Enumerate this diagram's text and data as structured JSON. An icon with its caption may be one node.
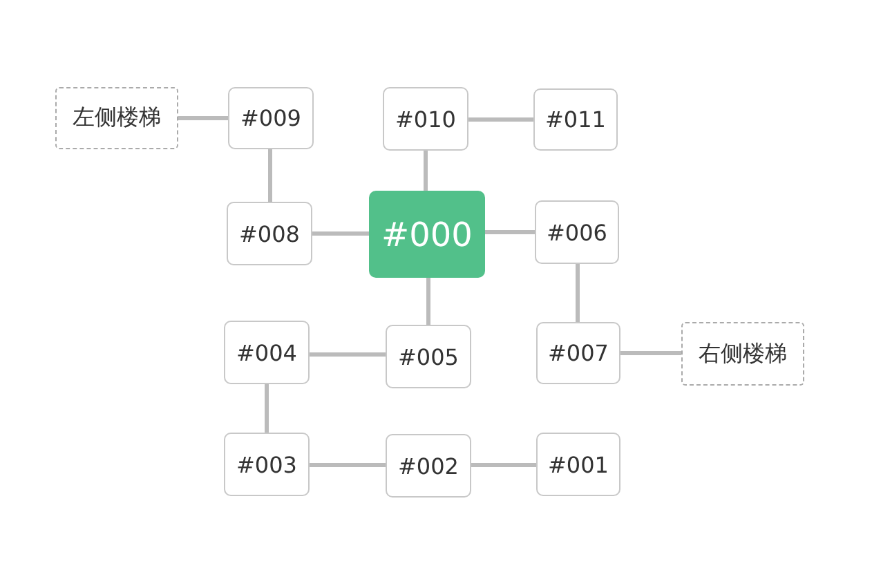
{
  "diagram": {
    "nodes": [
      {
        "text": [
          "左侧楼梯"
        ]
      },
      {
        "text": [
          "#009"
        ]
      },
      {
        "text": [
          "#010"
        ]
      },
      {
        "text": [
          "#011"
        ]
      },
      {
        "text": [
          "#000"
        ]
      },
      {
        "text": [
          "#008"
        ]
      },
      {
        "text": [
          "#006"
        ]
      },
      {
        "text": [
          "#004"
        ]
      },
      {
        "text": [
          "#005"
        ]
      },
      {
        "text": [
          "#007"
        ]
      },
      {
        "text": [
          "右侧楼梯"
        ]
      },
      {
        "text": [
          "#003"
        ]
      },
      {
        "text": [
          "#002"
        ]
      },
      {
        "text": [
          "#001"
        ]
      }
    ],
    "edges": [
      {
        "from": 0,
        "to": 1,
        "arrow": "none"
      },
      {
        "from": 1,
        "to": 5,
        "arrow": "none"
      },
      {
        "from": 2,
        "to": 3,
        "arrow": "none"
      },
      {
        "from": 2,
        "to": 4,
        "arrow": "none"
      },
      {
        "from": 5,
        "to": 4,
        "arrow": "none"
      },
      {
        "from": 4,
        "to": 6,
        "arrow": "none"
      },
      {
        "from": 4,
        "to": 8,
        "arrow": "none"
      },
      {
        "from": 6,
        "to": 9,
        "arrow": "none"
      },
      {
        "from": 9,
        "to": 10,
        "arrow": "none"
      },
      {
        "from": 7,
        "to": 8,
        "arrow": "none"
      },
      {
        "from": 7,
        "to": 11,
        "arrow": "none"
      },
      {
        "from": 11,
        "to": 12,
        "arrow": "none"
      },
      {
        "from": 12,
        "to": 13,
        "arrow": "none"
      }
    ]
  }
}
